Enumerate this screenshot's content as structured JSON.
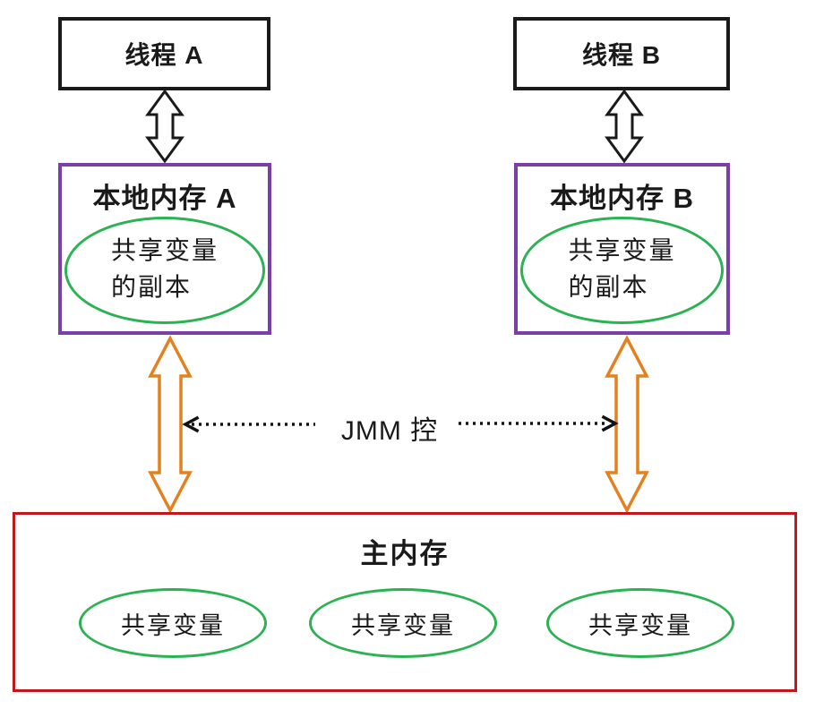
{
  "colors": {
    "thread_border": "#1a1a1a",
    "local_border": "#7b3fa8",
    "main_border": "#c0181c",
    "ellipse_border": "#2bb253",
    "orange_arrow": "#e5801e",
    "dotted_arrow": "#111111",
    "text_color": "#1a1a1a",
    "bg": "#ffffff"
  },
  "nodes": {
    "thread_a": {
      "label": "线程 A"
    },
    "thread_b": {
      "label": "线程 B"
    },
    "local_a": {
      "title": "本地内存 A",
      "ellipse_line1": "共享变量",
      "ellipse_line2": "的副本"
    },
    "local_b": {
      "title": "本地内存 B",
      "ellipse_line1": "共享变量",
      "ellipse_line2": "的副本"
    },
    "main_memory": {
      "title": "主内存",
      "ellipses": [
        "共享变量",
        "共享变量",
        "共享变量"
      ]
    }
  },
  "jmm": {
    "label": "JMM 控"
  }
}
